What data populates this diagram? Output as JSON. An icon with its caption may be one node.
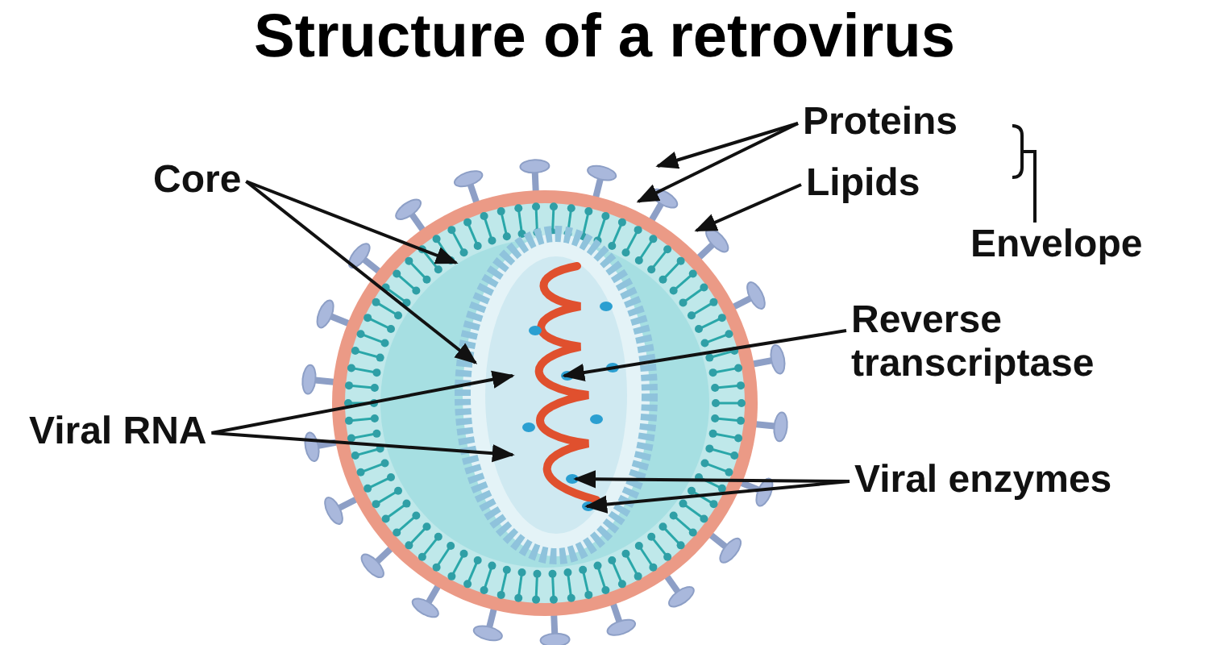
{
  "diagram": {
    "title": "Structure of a retrovirus",
    "nodes": [
      {
        "text": [
          "Core"
        ]
      },
      {
        "text": [
          "Viral RNA"
        ]
      },
      {
        "text": [
          "Proteins"
        ]
      },
      {
        "text": [
          "Lipids"
        ]
      },
      {
        "text": [
          "Reverse transcriptase"
        ]
      },
      {
        "text": [
          "Viral enzymes"
        ]
      }
    ],
    "edges": [
      {
        "from": 0,
        "to": null,
        "arrow": "to"
      },
      {
        "from": 0,
        "to": null,
        "arrow": "to"
      },
      {
        "from": 1,
        "to": null,
        "arrow": "to"
      },
      {
        "from": 1,
        "to": null,
        "arrow": "to"
      },
      {
        "from": 2,
        "to": null,
        "arrow": "to"
      },
      {
        "from": 2,
        "to": null,
        "arrow": "to"
      },
      {
        "from": 3,
        "to": null,
        "arrow": "to"
      },
      {
        "from": 4,
        "to": null,
        "arrow": "to"
      },
      {
        "from": 5,
        "to": null,
        "arrow": "to"
      },
      {
        "from": 5,
        "to": null,
        "arrow": "to"
      }
    ],
    "labels": [
      "Envelope"
    ]
  }
}
